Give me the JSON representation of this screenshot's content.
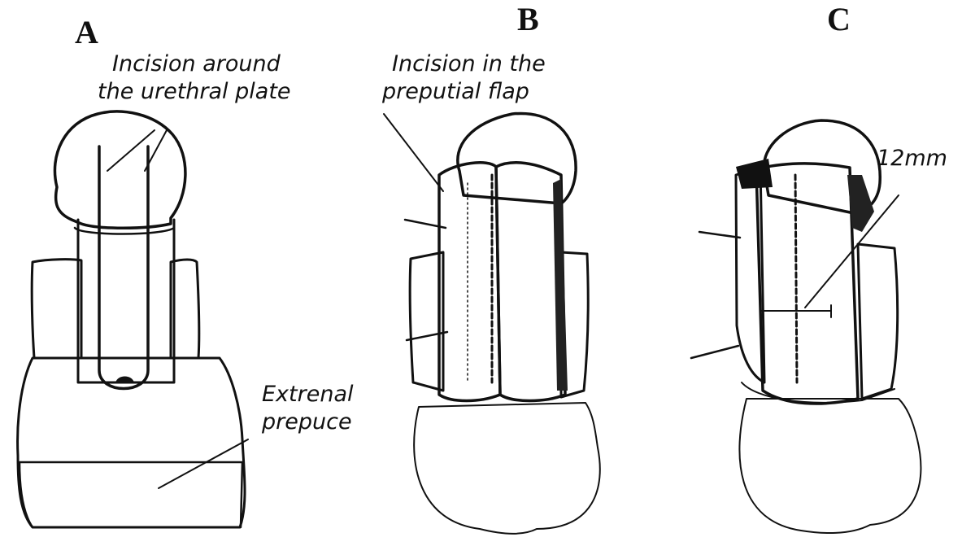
{
  "panels": {
    "a": {
      "letter": "A"
    },
    "b": {
      "letter": "B"
    },
    "c": {
      "letter": "C"
    }
  },
  "labels": {
    "urethral_plate": [
      "Incision around",
      "the urethral plate"
    ],
    "preputial_flap": [
      "Incision in the",
      "preputial flap"
    ],
    "external_prepuce": [
      "Extrenal",
      "prepuce"
    ],
    "width": "12mm"
  }
}
